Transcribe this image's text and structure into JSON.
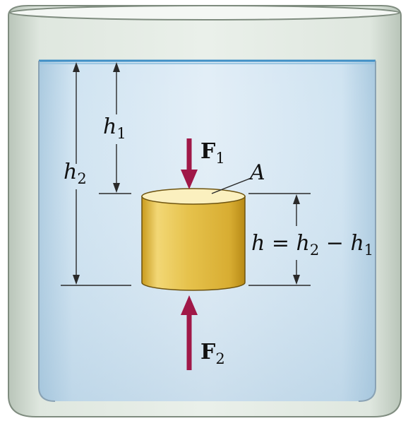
{
  "diagram": {
    "labels": {
      "h1": {
        "main": "h",
        "sub": "1"
      },
      "h2": {
        "main": "h",
        "sub": "2"
      },
      "f1": {
        "main": "F",
        "sub": "1"
      },
      "f2": {
        "main": "F",
        "sub": "2"
      },
      "area": "A",
      "height_eq": {
        "h": "h",
        "eq": " = ",
        "h2": "h",
        "sub2": "2",
        "minus": " − ",
        "h1": "h",
        "sub1": "1"
      }
    },
    "colors": {
      "water": "#cfe4f2",
      "water_surface": "#3f8fc6",
      "container_wall": "#d6dfd6",
      "container_edge": "#7d8a7d",
      "cylinder_body": "#e2bf52",
      "cylinder_top": "#fbf0bf",
      "force_arrow": "#a01848"
    }
  }
}
